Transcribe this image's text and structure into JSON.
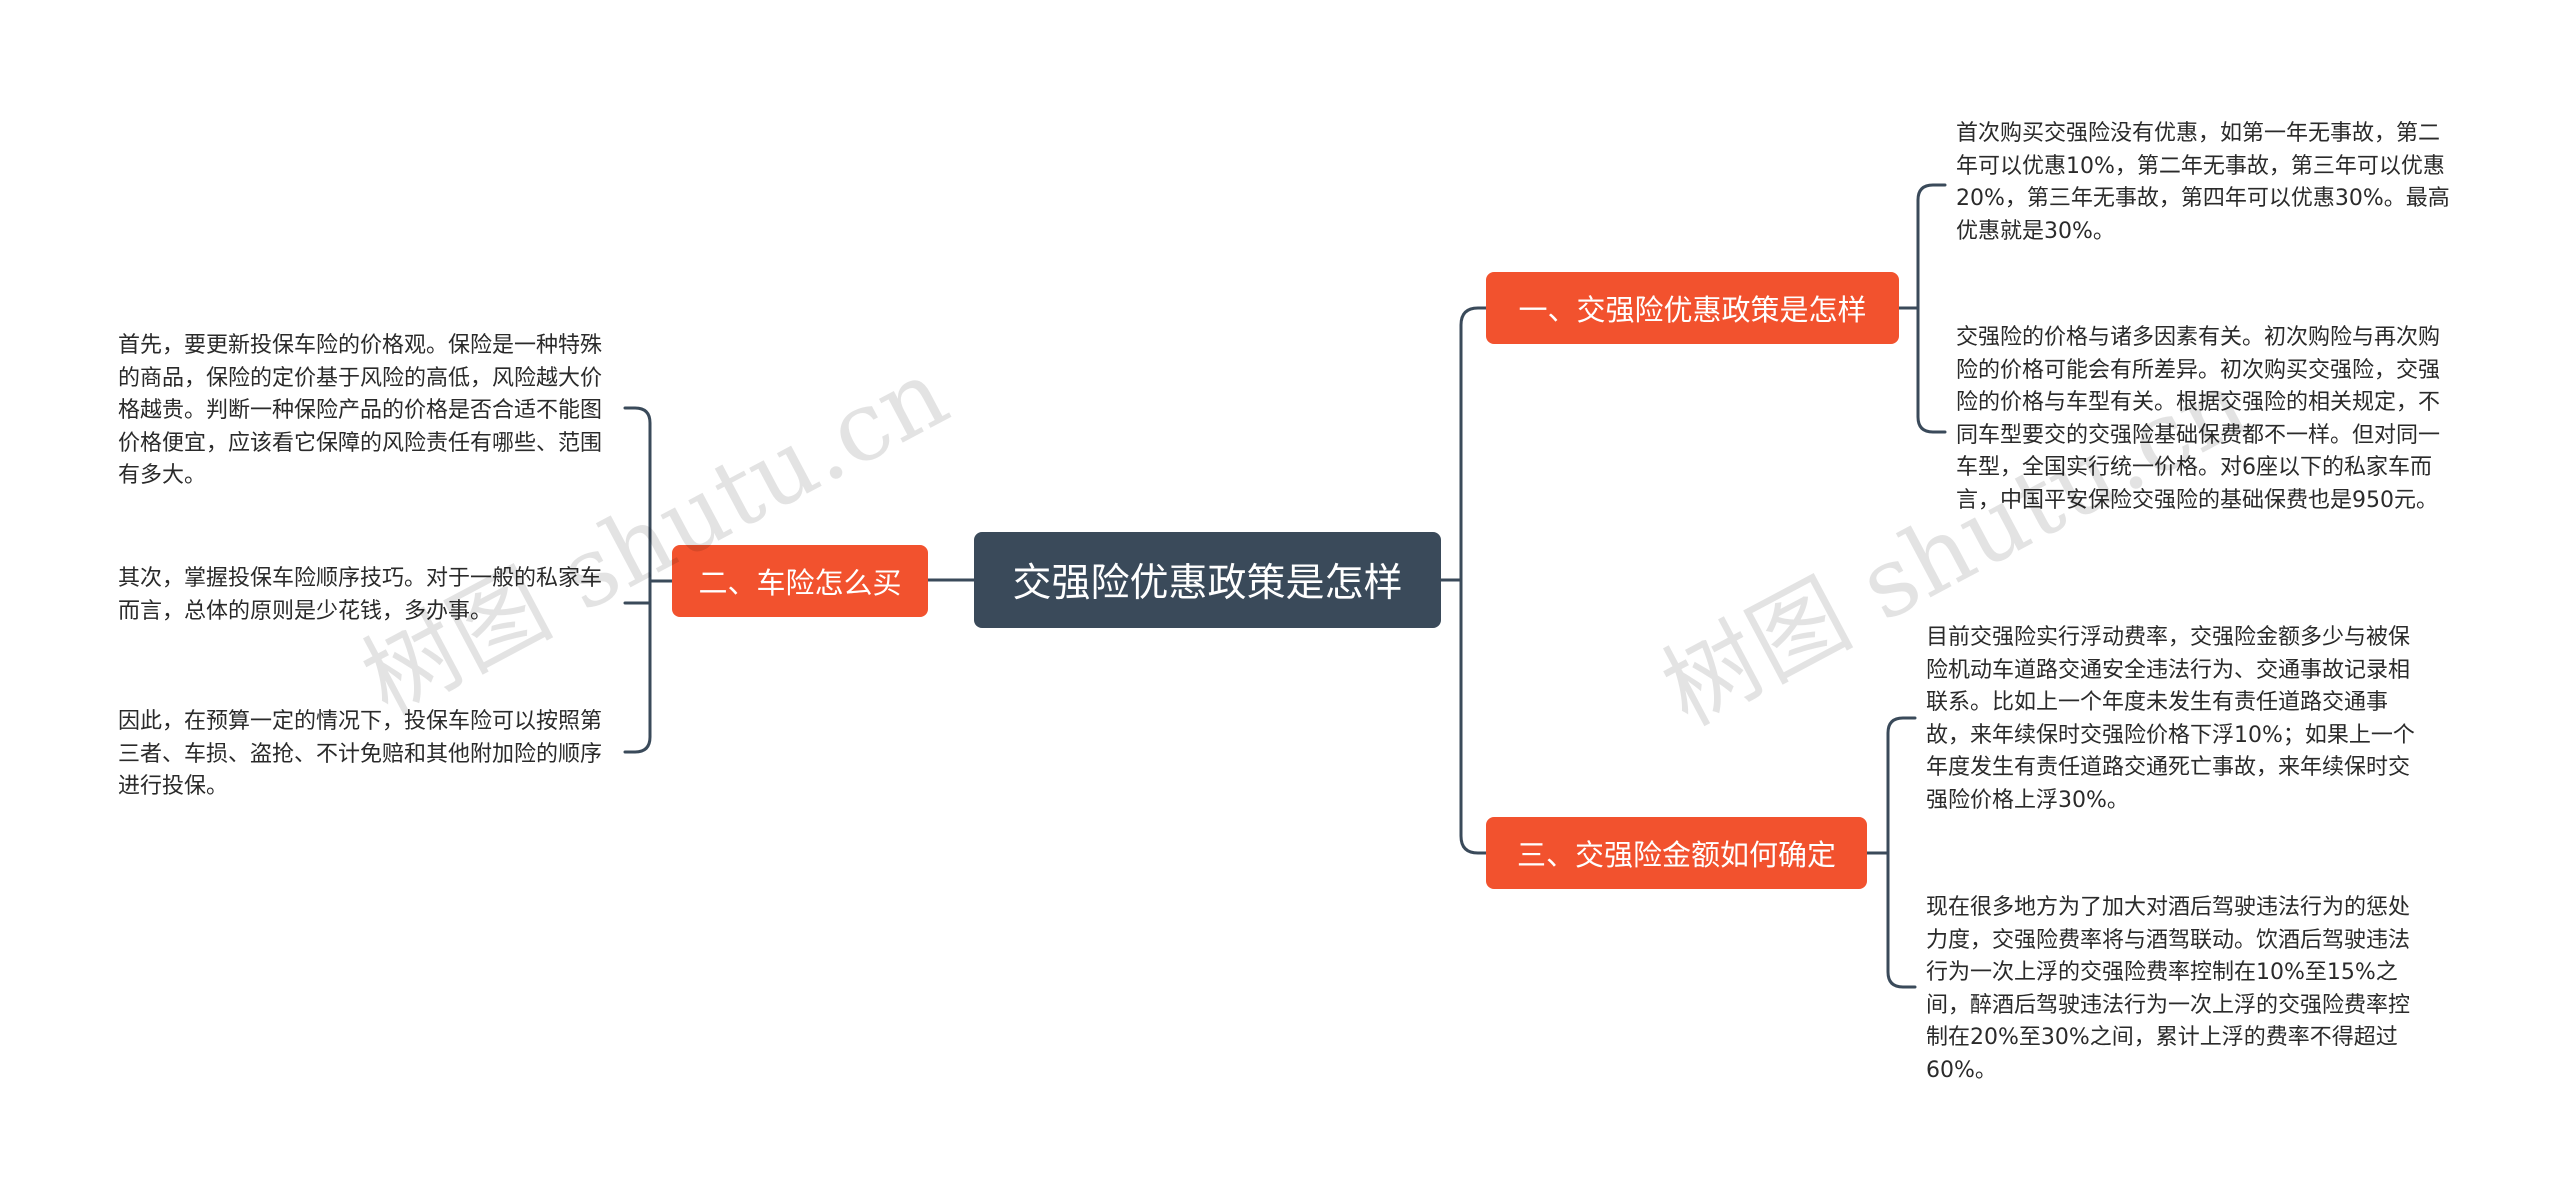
{
  "root": {
    "label": "交强险优惠政策是怎样"
  },
  "branches": [
    {
      "label": "一、交强险优惠政策是怎样"
    },
    {
      "label": "二、车险怎么买"
    },
    {
      "label": "三、交强险金额如何确定"
    }
  ],
  "leaves": {
    "b1_1": "首次购买交强险没有优惠，如第一年无事故，第二年可以优惠10%，第二年无事故，第三年可以优惠20%，第三年无事故，第四年可以优惠30%。最高优惠就是30%。",
    "b1_2": "交强险的价格与诸多因素有关。初次购险与再次购险的价格可能会有所差异。初次购买交强险，交强险的价格与车型有关。根据交强险的相关规定，不同车型要交的交强险基础保费都不一样。但对同一车型，全国实行统一价格。对6座以下的私家车而言，中国平安保险交强险的基础保费也是950元。",
    "b3_1": "目前交强险实行浮动费率，交强险金额多少与被保险机动车道路交通安全违法行为、交通事故记录相联系。比如上一个年度未发生有责任道路交通事故，来年续保时交强险价格下浮10%；如果上一个年度发生有责任道路交通死亡事故，来年续保时交强险价格上浮30%。",
    "b3_2": "现在很多地方为了加大对酒后驾驶违法行为的惩处力度，交强险费率将与酒驾联动。饮酒后驾驶违法行为一次上浮的交强险费率控制在10%至15%之间，醉酒后驾驶违法行为一次上浮的交强险费率控制在20%至30%之间，累计上浮的费率不得超过60%。",
    "b2_1": "首先，要更新投保车险的价格观。保险是一种特殊的商品，保险的定价基于风险的高低，风险越大价格越贵。判断一种保险产品的价格是否合适不能图价格便宜，应该看它保障的风险责任有哪些、范围有多大。",
    "b2_2": "其次，掌握投保车险顺序技巧。对于一般的私家车而言，总体的原则是少花钱，多办事。",
    "b2_3": "因此，在预算一定的情况下，投保车险可以按照第三者、车损、盗抢、不计免赔和其他附加险的顺序进行投保。"
  },
  "watermark": "树图 shutu.cn",
  "colors": {
    "root_bg": "#3a4a5a",
    "branch_bg": "#f2522e",
    "line": "#3a4a5a"
  }
}
